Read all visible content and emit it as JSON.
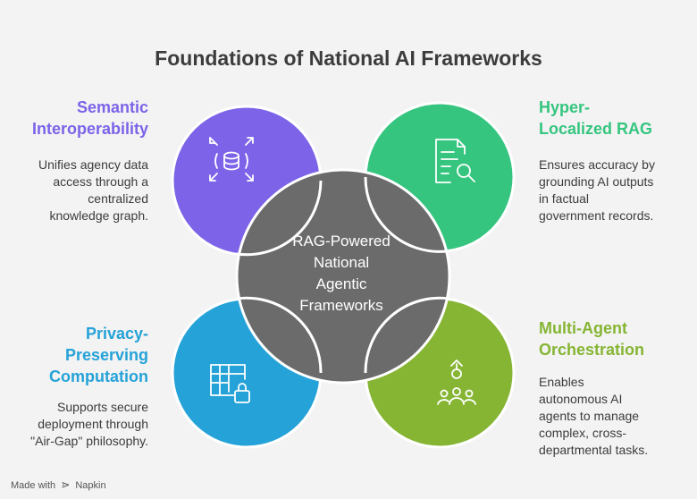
{
  "title": "Foundations of National AI Frameworks",
  "center": {
    "lines": [
      "RAG-Powered",
      "National",
      "Agentic",
      "Frameworks"
    ]
  },
  "sections": {
    "top_left": {
      "heading": [
        "Semantic",
        "Interoperability"
      ],
      "description": [
        "Unifies agency data",
        "access through a",
        "centralized",
        "knowledge graph."
      ],
      "color": "#7c63e8",
      "icon": "database-expand-icon"
    },
    "top_right": {
      "heading": [
        "Hyper-",
        "Localized RAG"
      ],
      "description": [
        "Ensures accuracy by",
        "grounding AI outputs",
        "in factual",
        "government records."
      ],
      "color": "#35c57f",
      "icon": "document-search-icon"
    },
    "bottom_left": {
      "heading": [
        "Privacy-",
        "Preserving",
        "Computation"
      ],
      "description": [
        "Supports secure",
        "deployment through",
        "\"Air-Gap\" philosophy."
      ],
      "color": "#25a2d8",
      "icon": "table-lock-icon"
    },
    "bottom_right": {
      "heading": [
        "Multi-Agent",
        "Orchestration"
      ],
      "description": [
        "Enables",
        "autonomous AI",
        "agents to manage",
        "complex, cross-",
        "departmental tasks."
      ],
      "color": "#86b534",
      "icon": "agent-network-icon"
    }
  },
  "center_color": "#6b6b6b",
  "footer": {
    "made_with": "Made with",
    "brand": "Napkin"
  }
}
